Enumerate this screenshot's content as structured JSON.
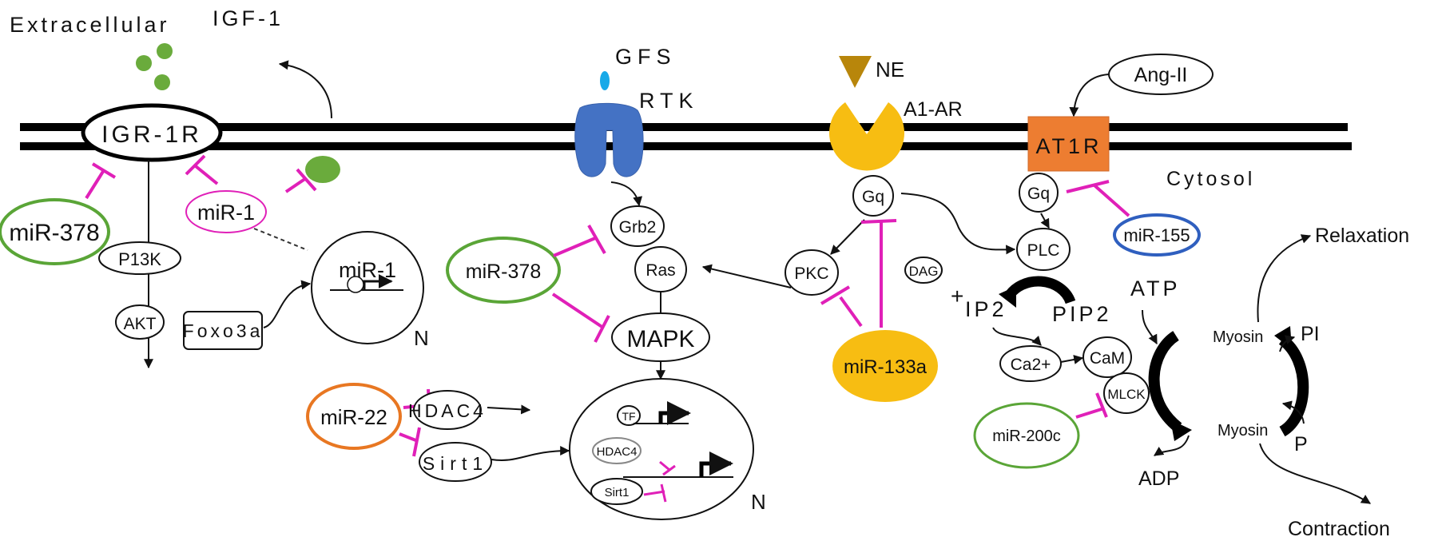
{
  "colors": {
    "inhibition": "#e020b8",
    "mirna_green": "#5aa537",
    "mirna_orange": "#e87722",
    "mirna_blue": "#2f5fbf",
    "mirna_yellow": "#f7bd12",
    "rtk_blue": "#4472c4",
    "gfs_cyan": "#17a9e8",
    "igf_green": "#6aab3c",
    "ne_brown": "#b8860b",
    "a1ar_yellow": "#f7bd12",
    "at1r_orange": "#ed7d31"
  },
  "compartments": {
    "extracellular": "Extracellular",
    "cytosol": "Cytosol",
    "nucleus_label_1": "N",
    "nucleus_label_2": "N"
  },
  "ligands": {
    "igf1": "IGF-1",
    "gfs": "GFS",
    "ne": "NE",
    "ang2": "Ang-II"
  },
  "receptors": {
    "igr1r": "IGR-1R",
    "rtk": "RTK",
    "a1ar": "A1-AR",
    "at1r": "AT1R"
  },
  "mirnas": {
    "mir378_left": "miR-378",
    "mir1": "miR-1",
    "mir1_nucleus": "miR-1",
    "mir378_mid": "miR-378",
    "mir22": "miR-22",
    "mir133a": "miR-133a",
    "mir155": "miR-155",
    "mir200c": "miR-200c"
  },
  "proteins": {
    "p13k": "P13K",
    "akt": "AKT",
    "foxo3a": "Foxo3a",
    "grb2": "Grb2",
    "ras": "Ras",
    "mapk": "MAPK",
    "hdac4": "HDAC4",
    "sirt1": "Sirt1",
    "tf": "TF",
    "hdac4_nucleus": "HDAC4",
    "sirt1_nucleus": "Sirt1",
    "gq_a1ar": "Gq",
    "pkc": "PKC",
    "gq_at1r": "Gq",
    "plc": "PLC",
    "dag": "DAG",
    "ca2": "Ca2+",
    "cam": "CaM",
    "mlck": "MLCK"
  },
  "metabolites": {
    "plus": "+",
    "ip2": "IP2",
    "pip2": "PIP2",
    "atp": "ATP",
    "adp": "ADP",
    "pi": "PI",
    "p": "P",
    "myosin_top": "Myosin",
    "myosin_bottom": "Myosin"
  },
  "outcomes": {
    "relaxation": "Relaxation",
    "contraction": "Contraction"
  }
}
